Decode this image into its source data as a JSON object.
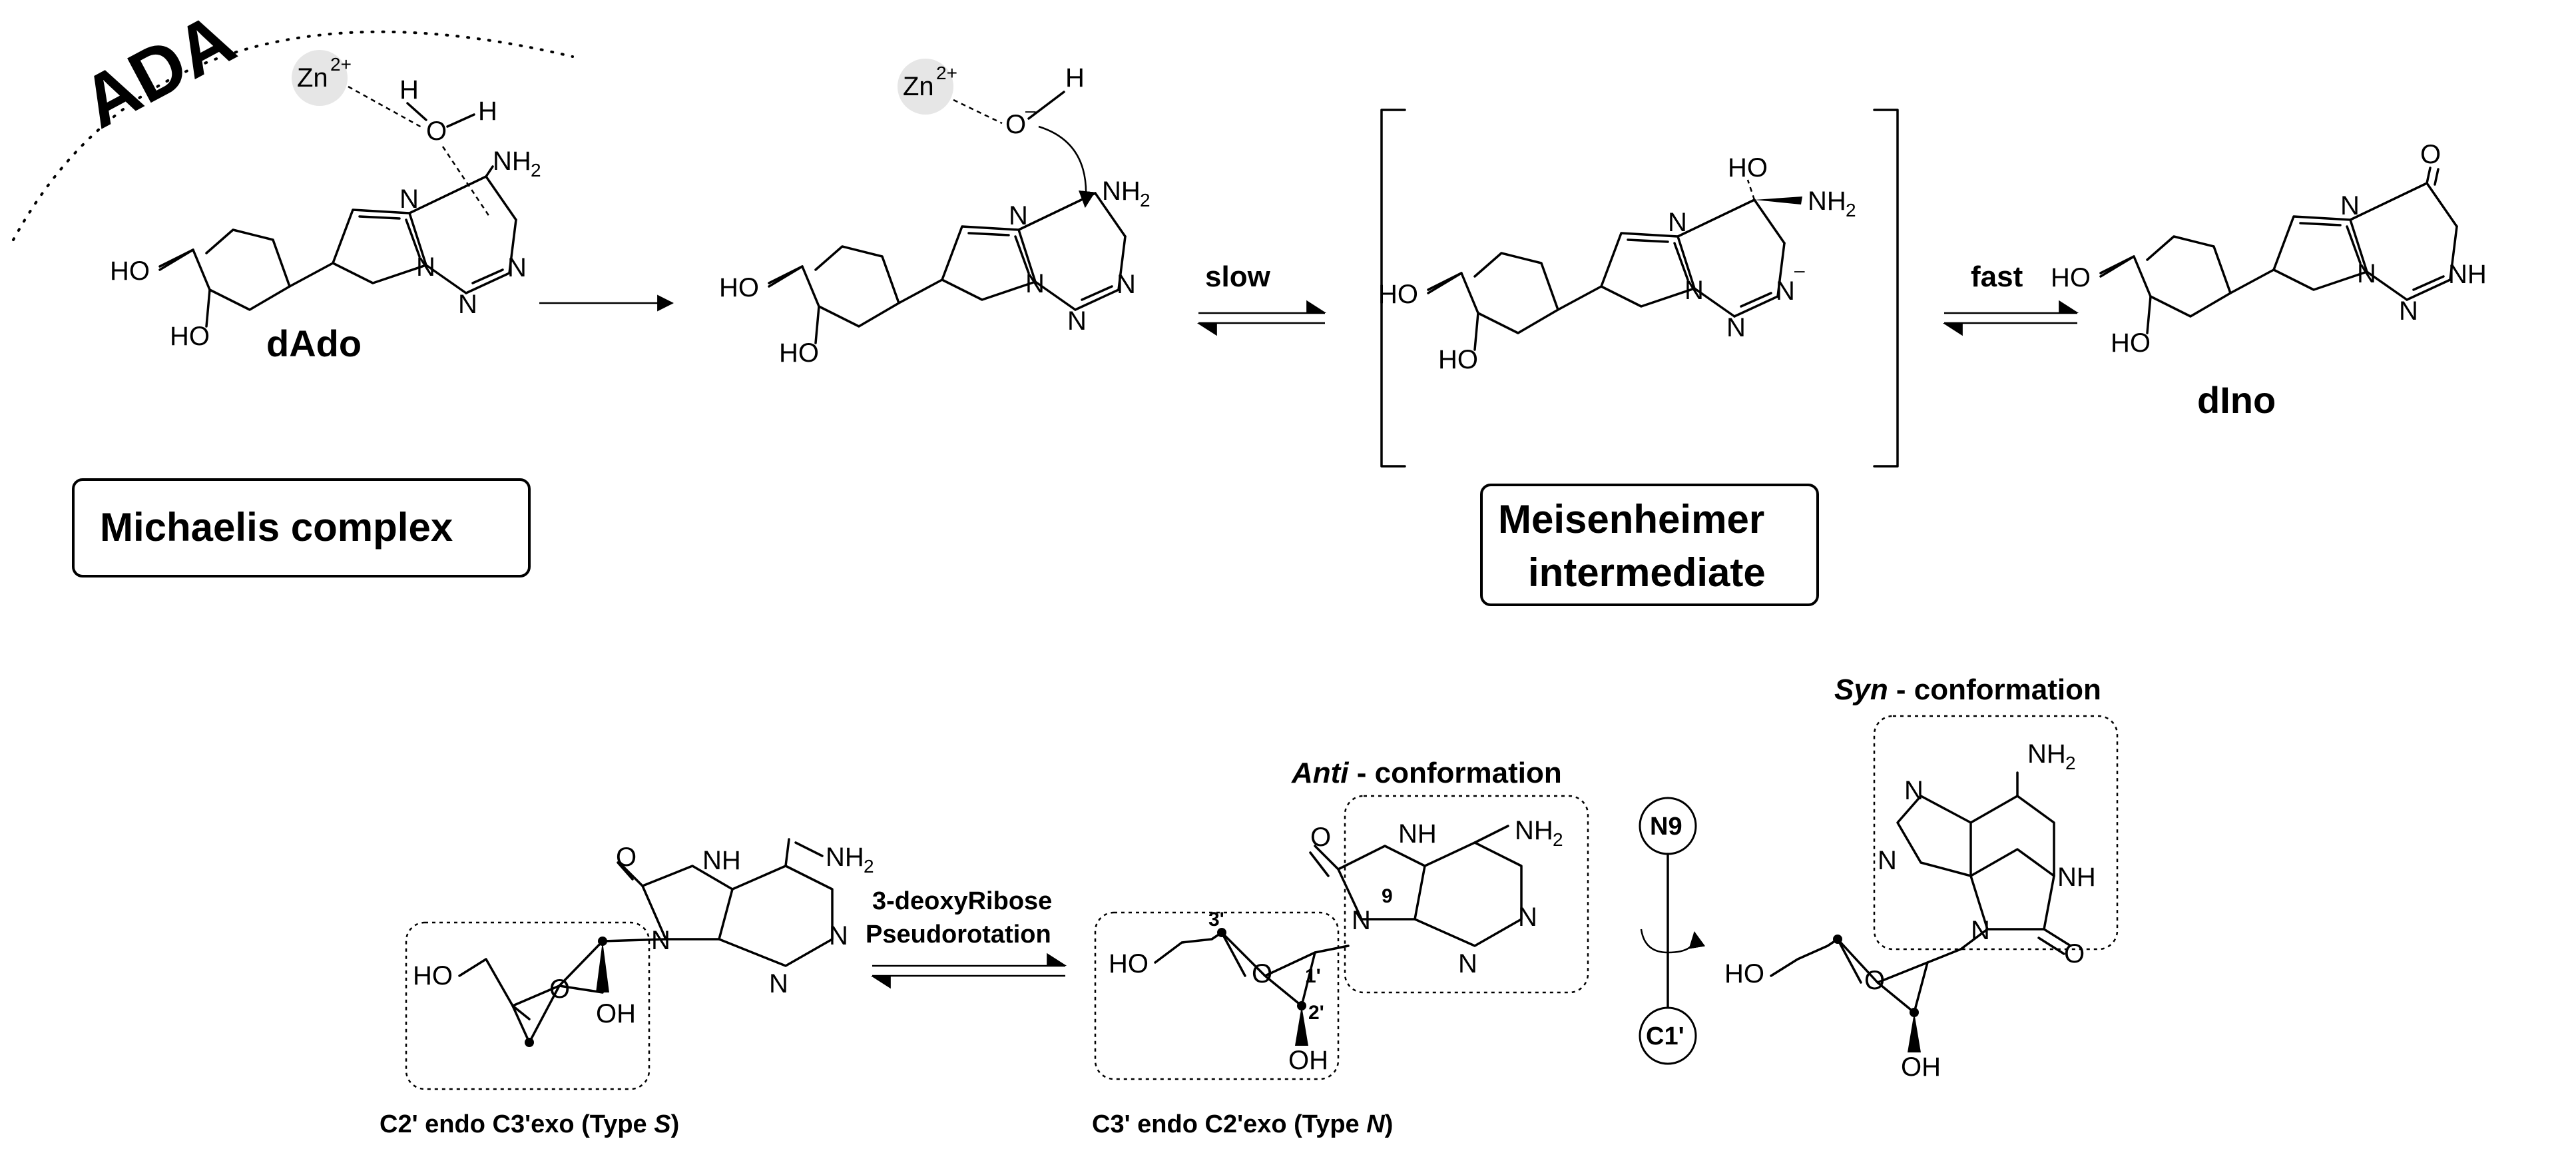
{
  "enzyme": "ADA",
  "ion": {
    "base": "Zn",
    "charge": "2+"
  },
  "atoms": {
    "N": "N",
    "NH": "NH",
    "O": "O",
    "H": "H",
    "HO": "HO",
    "OH": "OH",
    "NH2_base": "NH",
    "NH2_sub": "2",
    "minus": "–"
  },
  "top": {
    "substrate": "dAdo",
    "product": "dIno",
    "slow": "slow",
    "fast": "fast",
    "michaelis": "Michaelis complex",
    "meisenheimer_1": "Meisenheimer",
    "meisenheimer_2": "intermediate"
  },
  "bottom": {
    "pseudo_1": "3-deoxyRibose",
    "pseudo_2": "Pseudorotation",
    "typeS_a": "C2' endo C3'exo (Type ",
    "typeS_b": "S",
    "typeS_c": ")",
    "typeN_a": "C3' endo C2'exo (Type ",
    "typeN_b": "N",
    "typeN_c": ")",
    "anti_a": "Anti",
    "anti_b": " - conformation",
    "syn_a": "Syn",
    "syn_b": " - conformation",
    "n9": "N9",
    "c1": "C1'",
    "num9": "9",
    "num1p": "1'",
    "num2p": "2'",
    "num3p": "3'"
  },
  "colors": {
    "ion_fill": "#e6e6e6",
    "line": "#000000"
  }
}
